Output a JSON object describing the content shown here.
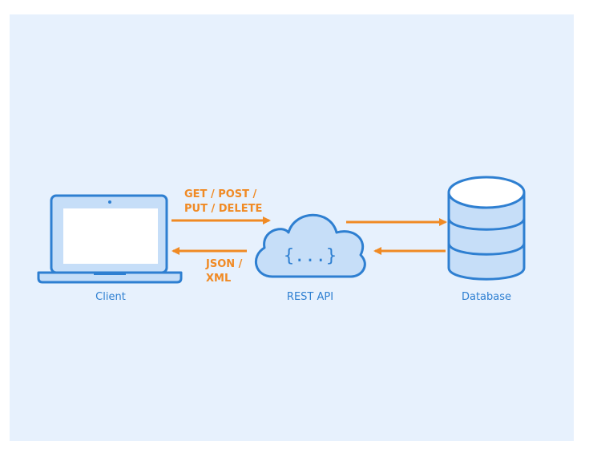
{
  "nodes": {
    "client": {
      "label": "Client",
      "icon": "laptop-icon"
    },
    "api": {
      "label": "REST API",
      "icon": "cloud-icon",
      "symbol": "{...}"
    },
    "database": {
      "label": "Database",
      "icon": "database-icon"
    }
  },
  "edges": {
    "request_line1": "GET / POST /",
    "request_line2": "PUT / DELETE",
    "response_line1": "JSON /",
    "response_line2": "XML"
  },
  "colors": {
    "background": "#e7f1fd",
    "icon_stroke": "#2e7fd1",
    "icon_fill": "#c6def8",
    "screen": "#ffffff",
    "arrow": "#f08a24"
  }
}
